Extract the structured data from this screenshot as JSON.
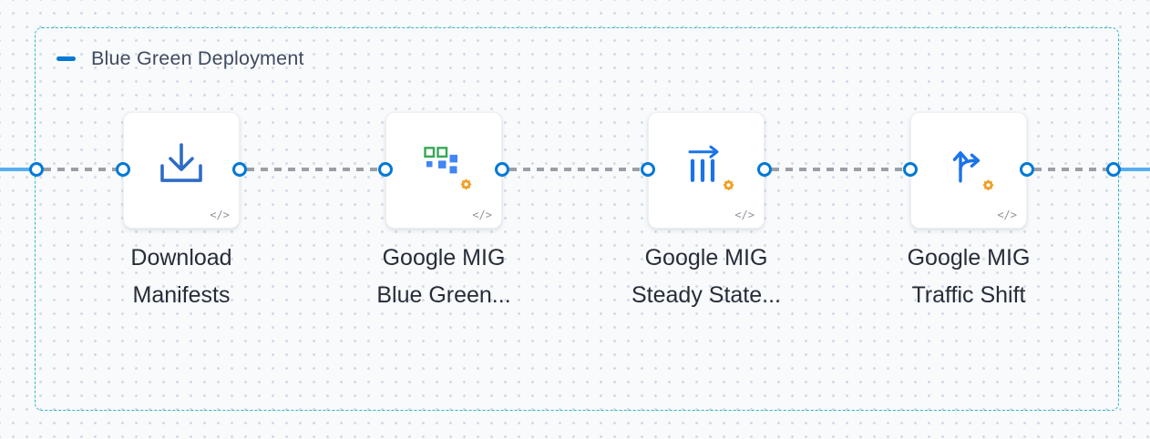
{
  "stage": {
    "title": "Blue Green Deployment",
    "collapse_icon": "minus-icon"
  },
  "steps": [
    {
      "icon": "download-manifests-icon",
      "label_line1": "Download",
      "label_line2": "Manifests",
      "badge": "</>"
    },
    {
      "icon": "google-mig-instance-group-icon",
      "label_line1": "Google MIG",
      "label_line2": "Blue Green...",
      "badge": "</>"
    },
    {
      "icon": "google-mig-steady-state-icon",
      "label_line1": "Google MIG",
      "label_line2": "Steady State...",
      "badge": "</>"
    },
    {
      "icon": "google-mig-traffic-shift-icon",
      "label_line1": "Google MIG",
      "label_line2": "Traffic Shift",
      "badge": "</>"
    }
  ],
  "colors": {
    "stage_border": "#2fb6c9",
    "accent_blue": "#0278d5",
    "connector_dash": "#9aa0a6",
    "edge_line": "#58aeef",
    "icon_blue": "#1a73e8",
    "icon_green": "#34a853",
    "icon_download_blue": "#2e6bc4",
    "gear_orange": "#f0a028"
  }
}
